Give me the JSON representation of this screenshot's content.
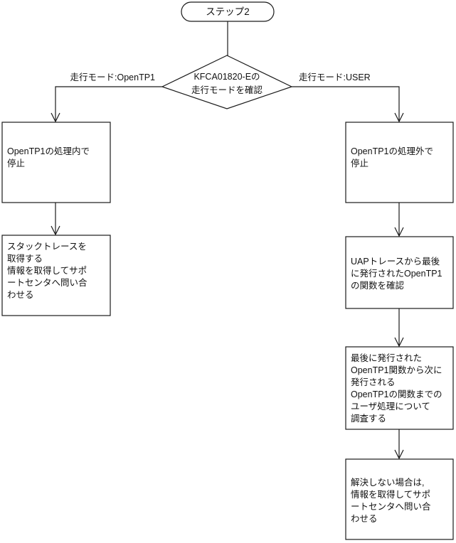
{
  "diagram": {
    "title_node": {
      "label": "ステップ2",
      "shape": "stadium"
    },
    "decision": {
      "shape": "diamond",
      "line1": "KFCA01820-Eの",
      "line2": "走行モードを確認"
    },
    "edge_labels": {
      "left": "走行モード:OpenTP1",
      "right": "走行モード:USER"
    },
    "left_branch": [
      {
        "id": "left-box-1",
        "lines": [
          "OpenTP1の処理内で",
          "停止"
        ]
      },
      {
        "id": "left-box-2",
        "lines": [
          "スタックトレースを",
          "取得する",
          "情報を取得してサポ",
          "ートセンタへ問い合",
          "わせる"
        ]
      }
    ],
    "right_branch": [
      {
        "id": "right-box-1",
        "lines": [
          "OpenTP1の処理外で",
          "停止"
        ]
      },
      {
        "id": "right-box-2",
        "lines": [
          "UAPトレースから最後",
          "に発行されたOpenTP1",
          "の関数を確認"
        ]
      },
      {
        "id": "right-box-3",
        "lines": [
          "最後に発行された",
          "OpenTP1関数から次に",
          "発行される",
          "OpenTP1の関数までの",
          "ユーザ処理について",
          "調査する"
        ]
      },
      {
        "id": "right-box-4",
        "lines": [
          "解決しない場合は,",
          "情報を取得してサポ",
          "ートセンタへ問い合",
          "わせる"
        ]
      }
    ],
    "colors": {
      "stroke": "#1a1a1a",
      "fill": "#ffffff",
      "text": "#111111"
    }
  }
}
